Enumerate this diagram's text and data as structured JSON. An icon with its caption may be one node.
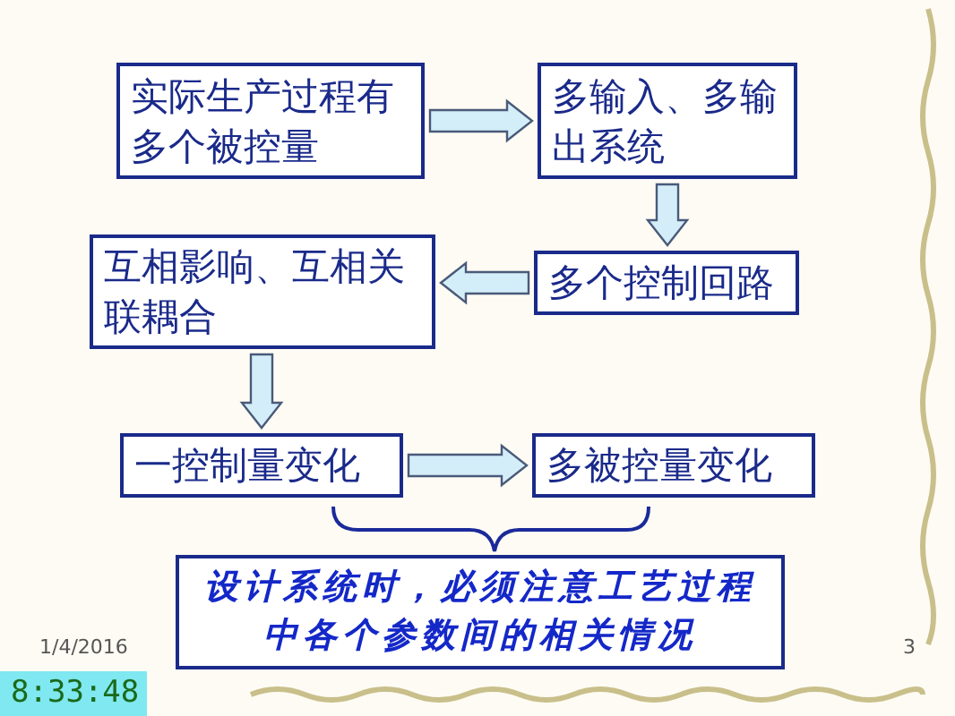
{
  "diagram": {
    "nodes": [
      {
        "text": [
          "实际生产过程有多个被控量"
        ]
      },
      {
        "text": [
          "多输入、多输出系统"
        ]
      },
      {
        "text": [
          "多个控制回路"
        ]
      },
      {
        "text": [
          "互相影响、互相关联耦合"
        ]
      },
      {
        "text": [
          "一控制量变化"
        ]
      },
      {
        "text": [
          "多被控量变化"
        ]
      },
      {
        "text": [
          "设计系统时，必须注意工艺过程中各个参数间的相关情况"
        ]
      }
    ],
    "edges": [
      {
        "from": 0,
        "to": 1,
        "arrow": "to"
      },
      {
        "from": 1,
        "to": 2,
        "arrow": "to"
      },
      {
        "from": 2,
        "to": 3,
        "arrow": "to"
      },
      {
        "from": 3,
        "to": 4,
        "arrow": "to"
      },
      {
        "from": 4,
        "to": 5,
        "arrow": "to"
      }
    ],
    "labels": [
      "1/4/2016",
      "3",
      "8:33:48"
    ]
  }
}
